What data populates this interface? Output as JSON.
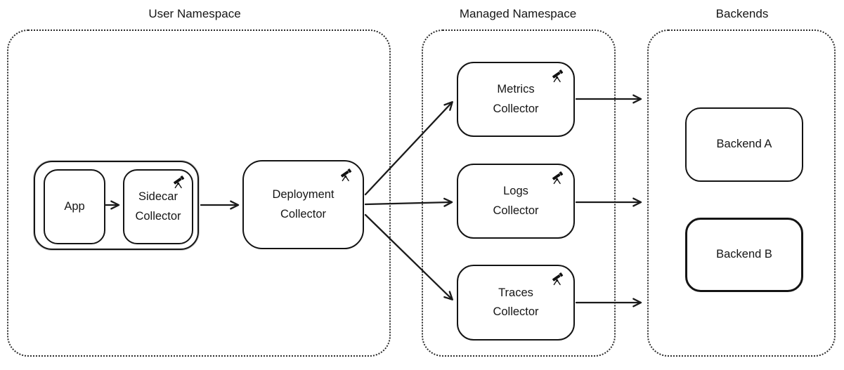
{
  "diagram": {
    "background": "#ffffff",
    "stroke_color": "#1c1c1c",
    "groups": {
      "user_namespace": {
        "label": "User Namespace"
      },
      "managed_namespace": {
        "label": "Managed Namespace"
      },
      "backends": {
        "label": "Backends"
      }
    },
    "nodes": {
      "app": {
        "label": "App"
      },
      "sidecar_collector": {
        "label": "Sidecar Collector",
        "icon": "telescope"
      },
      "deployment_collector": {
        "label": "Deployment Collector",
        "icon": "telescope"
      },
      "metrics_collector": {
        "label": "Metrics Collector",
        "icon": "telescope"
      },
      "logs_collector": {
        "label": "Logs Collector",
        "icon": "telescope"
      },
      "traces_collector": {
        "label": "Traces Collector",
        "icon": "telescope"
      },
      "backend_a": {
        "label": "Backend A"
      },
      "backend_b": {
        "label": "Backend B"
      }
    },
    "edges": [
      {
        "from": "App",
        "to": "Sidecar Collector"
      },
      {
        "from": "Sidecar Collector",
        "to": "Deployment Collector"
      },
      {
        "from": "Deployment Collector",
        "to": "Metrics Collector"
      },
      {
        "from": "Deployment Collector",
        "to": "Logs Collector"
      },
      {
        "from": "Deployment Collector",
        "to": "Traces Collector"
      },
      {
        "from": "Metrics Collector",
        "to": "Backends"
      },
      {
        "from": "Logs Collector",
        "to": "Backends"
      },
      {
        "from": "Traces Collector",
        "to": "Backends"
      }
    ]
  }
}
